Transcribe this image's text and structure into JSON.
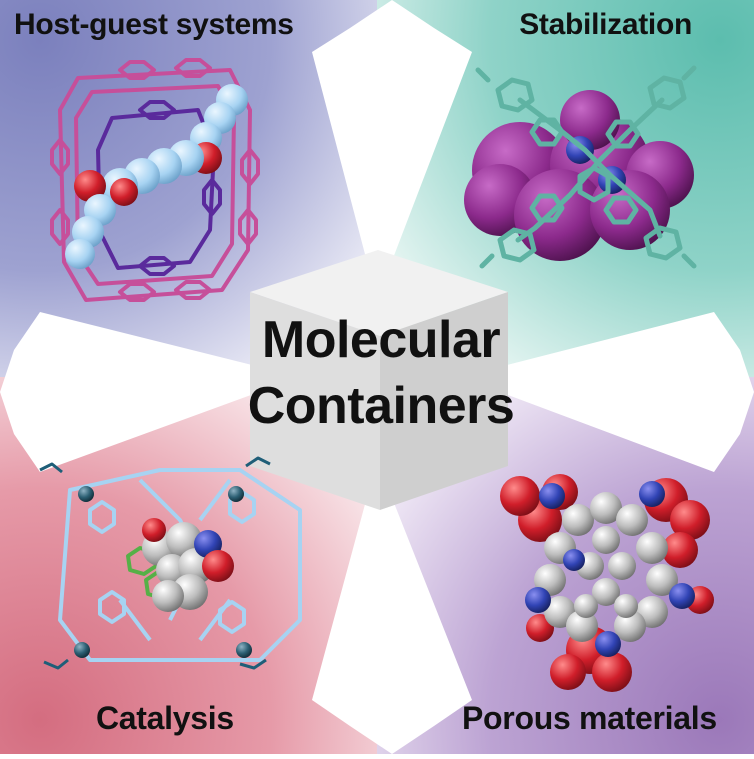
{
  "center": {
    "line1": "Molecular",
    "line2": "Containers"
  },
  "panels": [
    {
      "label": "Host-guest systems",
      "color": "#8f93c7"
    },
    {
      "label": "Stabilization",
      "color": "#6fc7b9"
    },
    {
      "label": "Catalysis",
      "color": "#d97a8b"
    },
    {
      "label": "Porous materials",
      "color": "#a98ac2"
    }
  ],
  "molecule_colors": {
    "pink_cage": "#c64f9a",
    "purple_cage": "#5a2a9c",
    "light_blue": "#a7d3f2",
    "oxygen_red": "#d01e2a",
    "magenta_fill": "#8c2a8c",
    "teal_frame": "#5fb3a3",
    "nitrogen_blue": "#3144b5",
    "carbon_grey": "#b9b9b9",
    "green": "#56b047",
    "navy_node": "#1e5e78"
  }
}
